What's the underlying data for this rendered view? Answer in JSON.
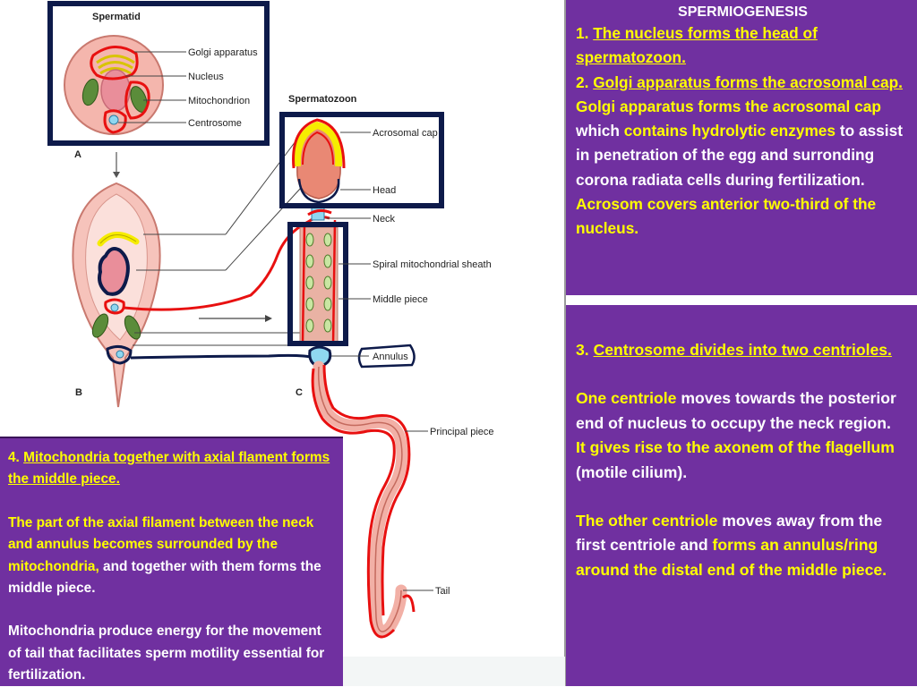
{
  "diagram": {
    "labels": {
      "spermatid": "Spermatid",
      "golgi": "Golgi apparatus",
      "nucleus": "Nucleus",
      "mitochondrion": "Mitochondrion",
      "centrosome": "Centrosome",
      "spermatozoon": "Spermatozoon",
      "acrosomal_cap": "Acrosomal cap",
      "head": "Head",
      "neck": "Neck",
      "spiral_sheath": "Spiral mitochondrial sheath",
      "middle_piece": "Middle piece",
      "annulus": "Annulus",
      "principal_piece": "Principal piece",
      "tail": "Tail",
      "fig_a": "A",
      "fig_b": "B",
      "fig_c": "C"
    },
    "colors": {
      "highlight_red": "#e81010",
      "box_navy": "#0d1a4a",
      "highlight_yellow": "#f6ec00",
      "cell_pink": "#f4b6ad",
      "mito_green": "#5b8c3a"
    }
  },
  "panel_top": {
    "title": "SPERMIOGENESIS",
    "p1_num": "1. ",
    "p1_text": "The nucleus forms the head of spermatozoon.",
    "p2_num": "2. ",
    "p2_text": "Golgi apparatus forms the acrosomal cap.",
    "p3_a": "Golgi apparatus forms the acrosomal cap",
    "p3_b": " which ",
    "p3_c": "contains hydrolytic enzymes",
    "p3_d": " to assist in penetration of the egg and surronding corona radiata cells during fertilization.",
    "p4": "Acrosom covers anterior two-third of the nucleus."
  },
  "panel_right": {
    "p1_num": "3. ",
    "p1_text": "Centrosome divides into two centrioles.",
    "p2_a": "One centriole",
    "p2_b": " moves towards the posterior end of nucleus to occupy the neck region.",
    "p3_a": "It ",
    "p3_b": "gives rise to the axonem of the flagellum",
    "p3_c": " (motile cilium).",
    "p4_a": "The other centriole",
    "p4_b": " moves away from the first centriole and ",
    "p4_c": "forms an annulus/ring around the distal end of the middle piece."
  },
  "panel_left": {
    "p1_num": "4. ",
    "p1_text": "Mitochondria together with axial flament forms the middle piece.",
    "p2_a": "The part of the axial filament between the neck and annulus becomes surrounded by the mitochondria,",
    "p2_b": " and together with them forms the middle piece.",
    "p3": "Mitochondria produce energy for the movement of tail that facilitates sperm motility essential for fertilization."
  }
}
